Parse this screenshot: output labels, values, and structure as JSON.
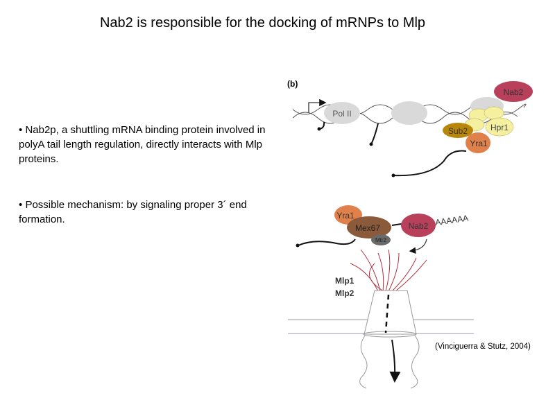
{
  "title": "Nab2 is responsible for the docking of mRNPs to Mlp",
  "bullets": [
    {
      "marker": "•",
      "text": "Nab2p, a shuttling mRNA binding protein involved in polyA tail length regulation, directly interacts with Mlp proteins."
    },
    {
      "marker": "•",
      "text": "Possible mechanism: by signaling proper 3´ end formation."
    }
  ],
  "figure": {
    "panel_label": "(b)",
    "labels": {
      "pol2": "Pol II",
      "nab2_top": "Nab2",
      "sub2": "Sub2",
      "hpr1": "Hpr1",
      "yra1_top": "Yra1",
      "yra1_bottom": "Yra1",
      "mex67": "Mex67",
      "mtr2": "Mtr2",
      "nab2_bottom": "Nab2",
      "polya": "AAAAAA",
      "mlp1": "Mlp1",
      "mlp2": "Mlp2"
    },
    "colors": {
      "nab2": "#b8405a",
      "yra1": "#e0804a",
      "sub2": "#b8860b",
      "hpr1": "#f4f0a0",
      "mex67": "#8a5a3a",
      "polii": "#d8d8d8",
      "mlp": "#b03040"
    }
  },
  "citation": "(Vinciguerra & Stutz, 2004)"
}
